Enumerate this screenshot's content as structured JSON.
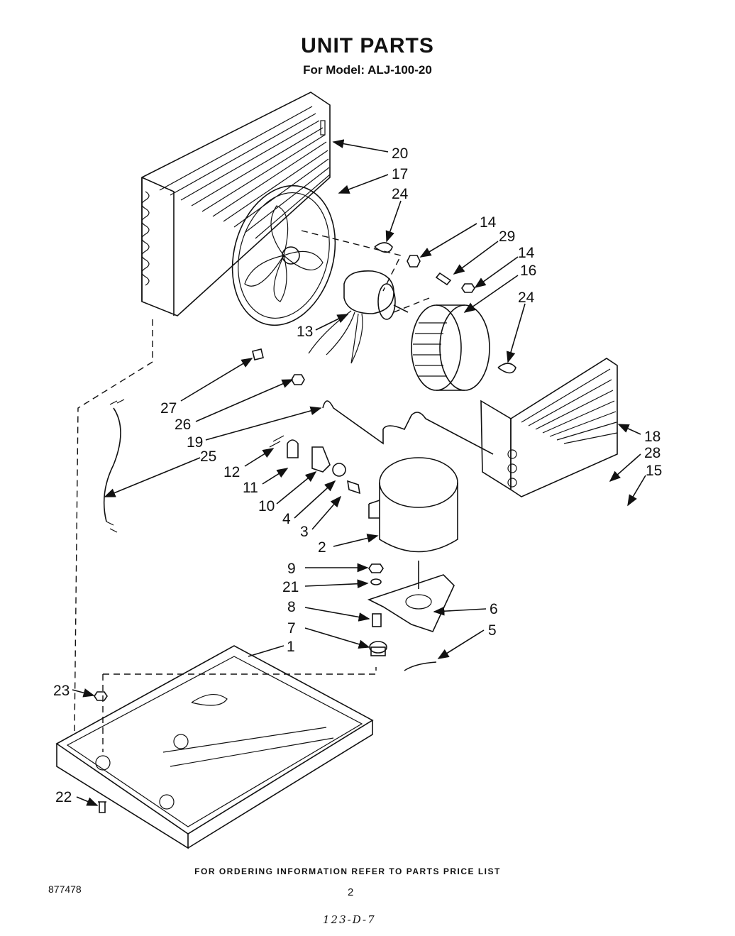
{
  "header": {
    "title": "UNIT PARTS",
    "subtitle": "For Model: ALJ-100-20"
  },
  "footer": {
    "ordering_note": "FOR ORDERING INFORMATION REFER TO PARTS PRICE LIST",
    "doc_number": "877478",
    "page_number": "2",
    "handwritten_note": "123-D-7"
  },
  "callouts": {
    "c20": "20",
    "c17": "17",
    "c24a": "24",
    "c14a": "14",
    "c29": "29",
    "c14b": "14",
    "c16": "16",
    "c24b": "24",
    "c13": "13",
    "c27": "27",
    "c26": "26",
    "c19": "19",
    "c25": "25",
    "c12": "12",
    "c11": "11",
    "c10": "10",
    "c4": "4",
    "c3": "3",
    "c2": "2",
    "c18": "18",
    "c28": "28",
    "c15": "15",
    "c9": "9",
    "c21": "21",
    "c8": "8",
    "c6": "6",
    "c7": "7",
    "c1": "1",
    "c5": "5",
    "c23": "23",
    "c22": "22"
  }
}
